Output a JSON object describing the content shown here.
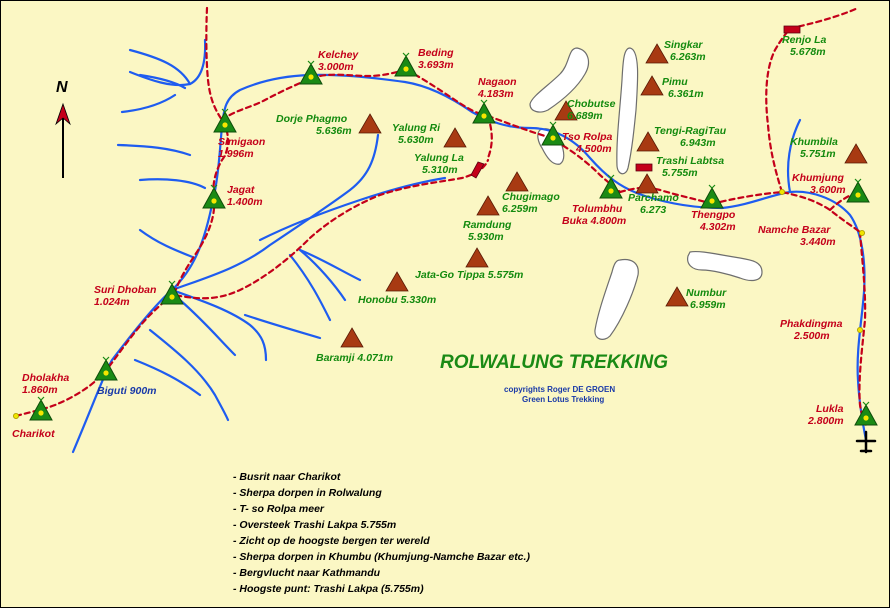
{
  "title": "ROLWALUNG TREKKING",
  "copyright": [
    "copyrights Roger DE GROEN",
    "Green Lotus Trekking"
  ],
  "compass": "N",
  "places": [
    {
      "name": "Charikot",
      "elev": ""
    },
    {
      "name": "Dholakha",
      "elev": "1.860m"
    },
    {
      "name": "Biguti 900m",
      "elev": ""
    },
    {
      "name": "Suri Dhoban",
      "elev": "1.024m"
    },
    {
      "name": "Jagat",
      "elev": "1.400m"
    },
    {
      "name": "Simigaon",
      "elev": "1.996m"
    },
    {
      "name": "Kelchey",
      "elev": "3.000m"
    },
    {
      "name": "Beding",
      "elev": "3.693m"
    },
    {
      "name": "Nagaon",
      "elev": "4.183m"
    },
    {
      "name": "Yalung La",
      "elev": "5.310m"
    },
    {
      "name": "Tso Rolpa",
      "elev": "4.500m"
    },
    {
      "name": "Tolumbhu",
      "elev": "Buka 4.800m"
    },
    {
      "name": "Thengpo",
      "elev": "4.302m"
    },
    {
      "name": "Khumjung",
      "elev": "3.600m"
    },
    {
      "name": "Namche Bazar",
      "elev": "3.440m"
    },
    {
      "name": "Phakdingma",
      "elev": "2.500m"
    },
    {
      "name": "Lukla",
      "elev": "2.800m"
    },
    {
      "name": "Renjo La",
      "elev": "5.678m"
    },
    {
      "name": "Trashi Labtsa",
      "elev": "5.755m"
    }
  ],
  "peaks": [
    {
      "name": "Dorje Phagmo",
      "elev": "5.636m"
    },
    {
      "name": "Yalung Ri",
      "elev": "5.630m"
    },
    {
      "name": "Chobutse",
      "elev": "6.689m"
    },
    {
      "name": "Singkar",
      "elev": "6.263m"
    },
    {
      "name": "Pimu",
      "elev": "6.361m"
    },
    {
      "name": "Tengi-RagiTau",
      "elev": "6.943m"
    },
    {
      "name": "Khumbila",
      "elev": "5.751m"
    },
    {
      "name": "Chugimago",
      "elev": "6.259m"
    },
    {
      "name": "Ramdung",
      "elev": "5.930m"
    },
    {
      "name": "Parchamo",
      "elev": "6.273"
    },
    {
      "name": "Jata-Go Tippa 5.575m",
      "elev": ""
    },
    {
      "name": "Honobu 5.330m",
      "elev": ""
    },
    {
      "name": "Baramji 4.071m",
      "elev": ""
    },
    {
      "name": "Numbur",
      "elev": "6.959m"
    }
  ],
  "legend": [
    "- Busrit naar Charikot",
    "- Sherpa dorpen in Rolwalung",
    "- T- so Rolpa meer",
    "- Oversteek Trashi Lakpa 5.755m",
    "- Zicht op de hoogste bergen ter wereld",
    "- Sherpa dorpen in Khumbu (Khumjung-Namche Bazar etc.)",
    "- Bergvlucht naar Kathmandu",
    "- Hoogste punt: Trashi Lakpa (5.755m)"
  ],
  "colors": {
    "background": "#fbf7c4",
    "river": "#1e5cf0",
    "trail": "#c4001a",
    "village": "#1a8a15",
    "peak": "#8a2a10"
  }
}
